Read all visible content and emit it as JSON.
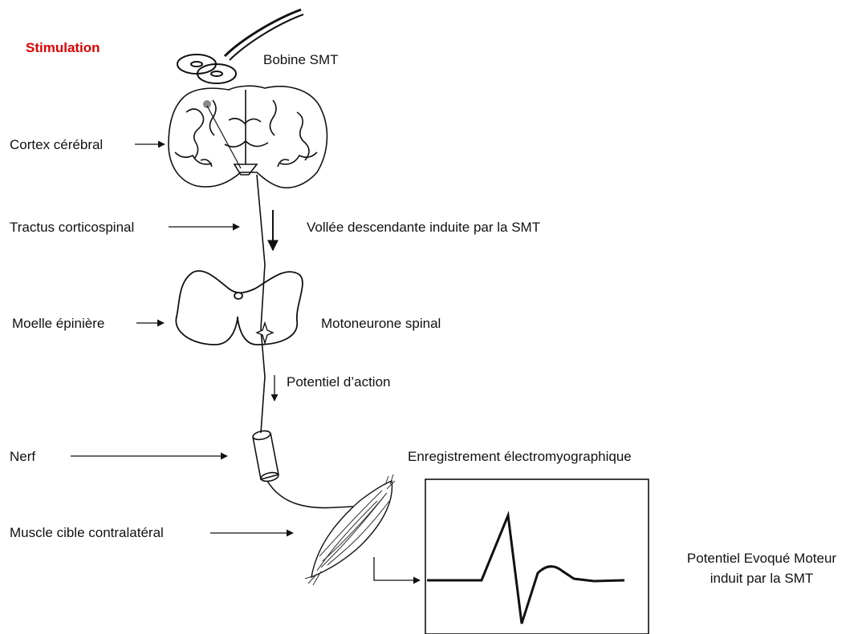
{
  "title": "Stimulation",
  "labels": {
    "coil": "Bobine SMT",
    "cortex": "Cortex cérébral",
    "tract": "Tractus corticospinal",
    "volley": "Vollée descendante induite par la SMT",
    "spinal_cord": "Moelle épinière",
    "motoneuron": "Motoneurone spinal",
    "action_potential": "Potentiel d’action",
    "nerve": "Nerf",
    "emg": "Enregistrement électromyographique",
    "muscle": "Muscle cible contralatéral",
    "mep_line1": "Potentiel Evoqué Moteur",
    "mep_line2": "induit par la SMT"
  },
  "colors": {
    "title": "#e00000",
    "ink": "#111111",
    "background": "#ffffff"
  }
}
